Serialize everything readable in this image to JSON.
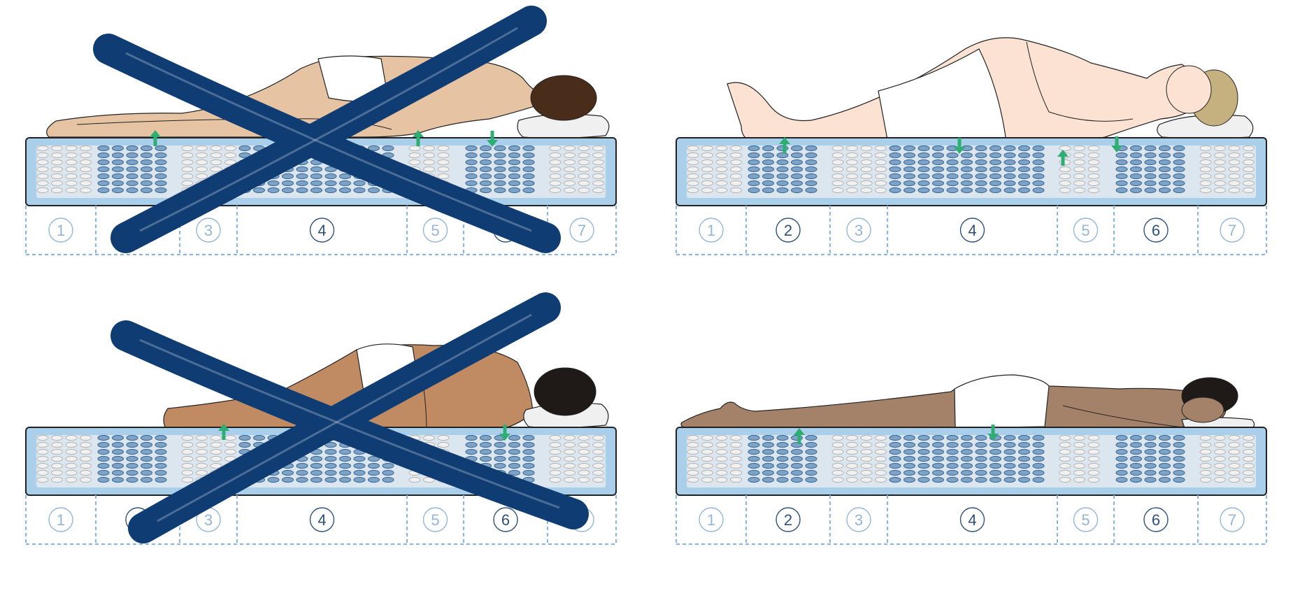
{
  "colors": {
    "mattress_border": "#222222",
    "mattress_fill": "#a9cfea",
    "coil_light_fill": "#f1f1f1",
    "coil_light_stroke": "#b8b8b8",
    "coil_dark_fill": "#7fa3c6",
    "coil_dark_stroke": "#3f6d99",
    "zone_dash": "#8fb5d8",
    "zone_text_light": "#94b6d6",
    "zone_text_dark": "#2f5178",
    "arrow": "#2fae74",
    "cross": "#0f3d73",
    "pillow": "#f0f0f0",
    "underwear": "#ffffff",
    "skin_1": "#e5c3a3",
    "hair_1": "#4a2c1b",
    "skin_2": "#fbe2d2",
    "hair_2": "#c5b07f",
    "skin_3": "#c08b62",
    "hair_3": "#1f1a17",
    "skin_4": "#a4826a",
    "hair_4": "#1f1a17"
  },
  "icons": {
    "incorrect_mark": "cross-icon",
    "pressure_up": "arrow-up-icon",
    "pressure_down": "arrow-down-icon"
  },
  "zone_count": 7,
  "zones": [
    {
      "label": "1",
      "kind": "soft"
    },
    {
      "label": "2",
      "kind": "firm"
    },
    {
      "label": "3",
      "kind": "soft"
    },
    {
      "label": "4",
      "kind": "firm"
    },
    {
      "label": "5",
      "kind": "soft"
    },
    {
      "label": "6",
      "kind": "firm"
    },
    {
      "label": "7",
      "kind": "soft"
    }
  ],
  "panels": [
    {
      "position": "top-left",
      "pose": "side-lying",
      "mattress_type": "unzoned",
      "marked_incorrect": true
    },
    {
      "position": "top-right",
      "pose": "back-lying",
      "mattress_type": "7-zone",
      "marked_incorrect": false
    },
    {
      "position": "bottom-left",
      "pose": "side-lying",
      "mattress_type": "unzoned",
      "marked_incorrect": true
    },
    {
      "position": "bottom-right",
      "pose": "stomach-lying",
      "mattress_type": "7-zone",
      "marked_incorrect": false
    }
  ]
}
